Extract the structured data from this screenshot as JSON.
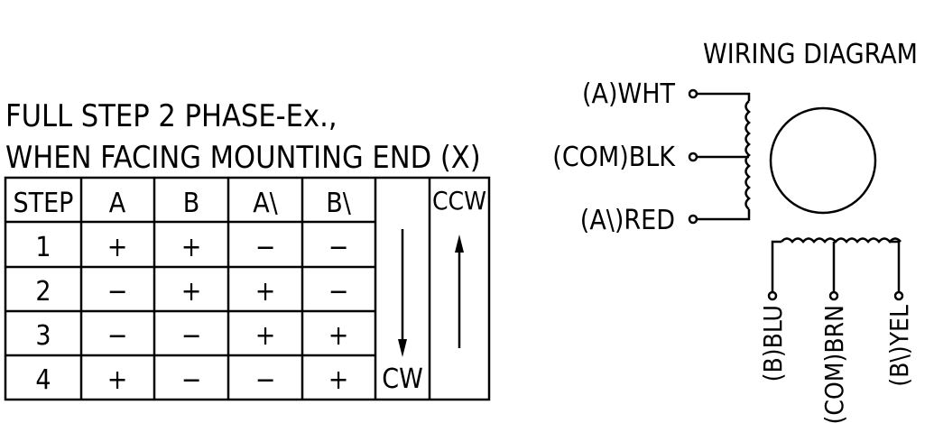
{
  "table": {
    "title_line1": "FULL STEP 2 PHASE-Ex.,",
    "title_line2": "WHEN FACING MOUNTING END (X)",
    "headers": [
      "STEP",
      "A",
      "B",
      "A\\",
      "B\\"
    ],
    "rows": [
      [
        "1",
        "+",
        "+",
        "−",
        "−"
      ],
      [
        "2",
        "−",
        "+",
        "+",
        "−"
      ],
      [
        "3",
        "−",
        "−",
        "+",
        "+"
      ],
      [
        "4",
        "+",
        "−",
        "−",
        "+"
      ]
    ],
    "cw_label": "CW",
    "ccw_label": "CCW"
  },
  "wiring": {
    "title": "WIRING DIAGRAM",
    "left_leads": [
      "(A)WHT",
      "(COM)BLK",
      "(A\\)RED"
    ],
    "bottom_leads": [
      "(B)BLU",
      "(COM)BRN",
      "(B\\)YEL"
    ]
  }
}
